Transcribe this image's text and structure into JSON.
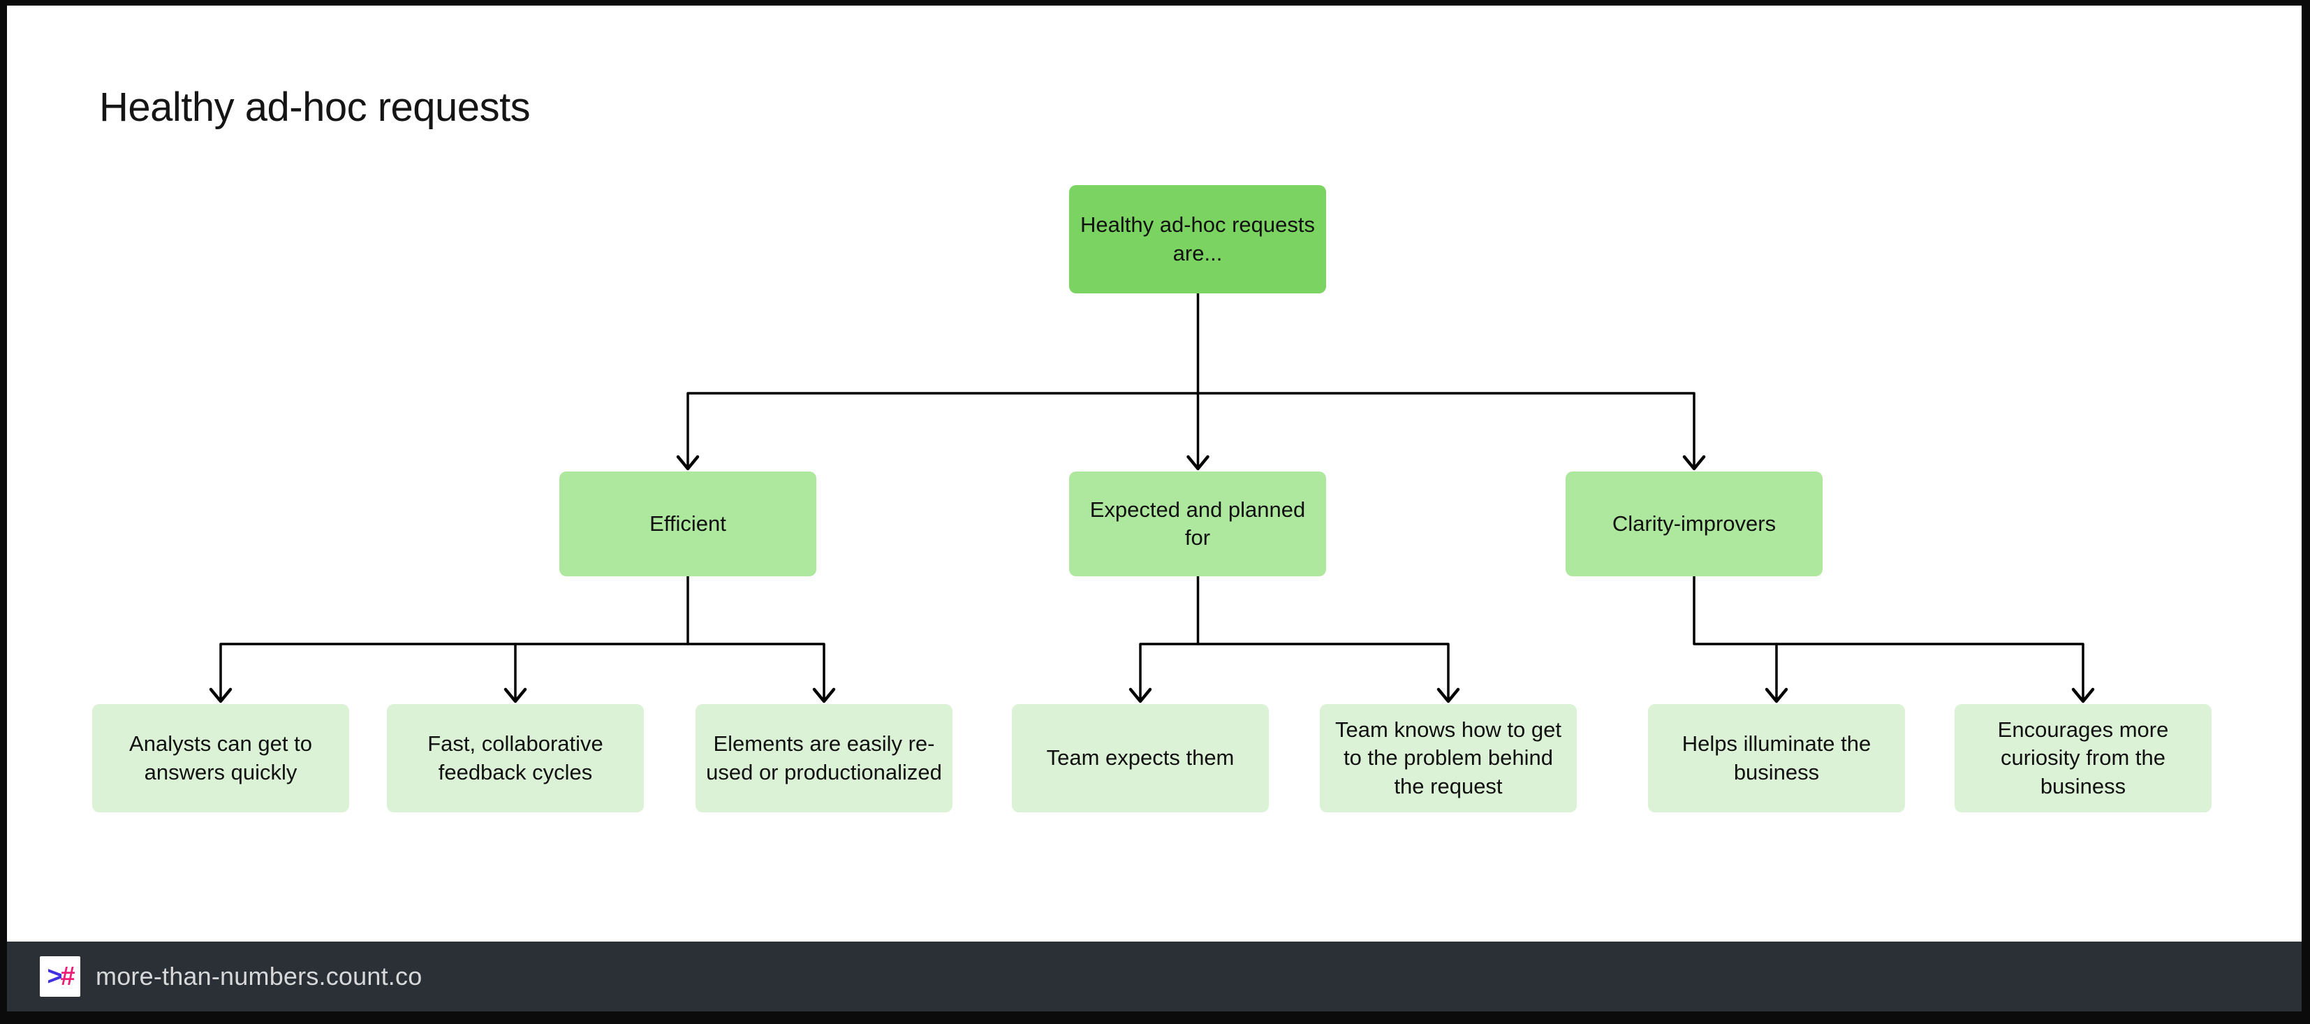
{
  "title": "Healthy ad-hoc requests",
  "diagram": {
    "root": {
      "label": "Healthy ad-hoc requests are..."
    },
    "branches": [
      {
        "label": "Efficient",
        "children": [
          "Analysts can get to answers quickly",
          "Fast, collaborative feedback cycles",
          "Elements are easily re-used or productionalized"
        ]
      },
      {
        "label": "Expected and planned for",
        "children": [
          "Team expects them",
          "Team knows how to get to the problem behind the request"
        ]
      },
      {
        "label": "Clarity-improvers",
        "children": [
          "Helps illuminate the business",
          "Encourages more curiosity from the business"
        ]
      }
    ]
  },
  "footer": {
    "url": "more-than-numbers.count.co",
    "logo": {
      "chevron": ">",
      "hash": "#"
    }
  },
  "colors": {
    "root_box": "#7bd462",
    "branch_box": "#aee79e",
    "leaf_box": "#dcf2d6",
    "connector": "#000000",
    "canvas_bg": "#ffffff",
    "frame_bg": "#0b0b0b",
    "footer_bg": "#2b2f36",
    "footer_text": "#d6d8da",
    "logo_blue": "#4130e0",
    "logo_pink": "#ec1e79"
  }
}
